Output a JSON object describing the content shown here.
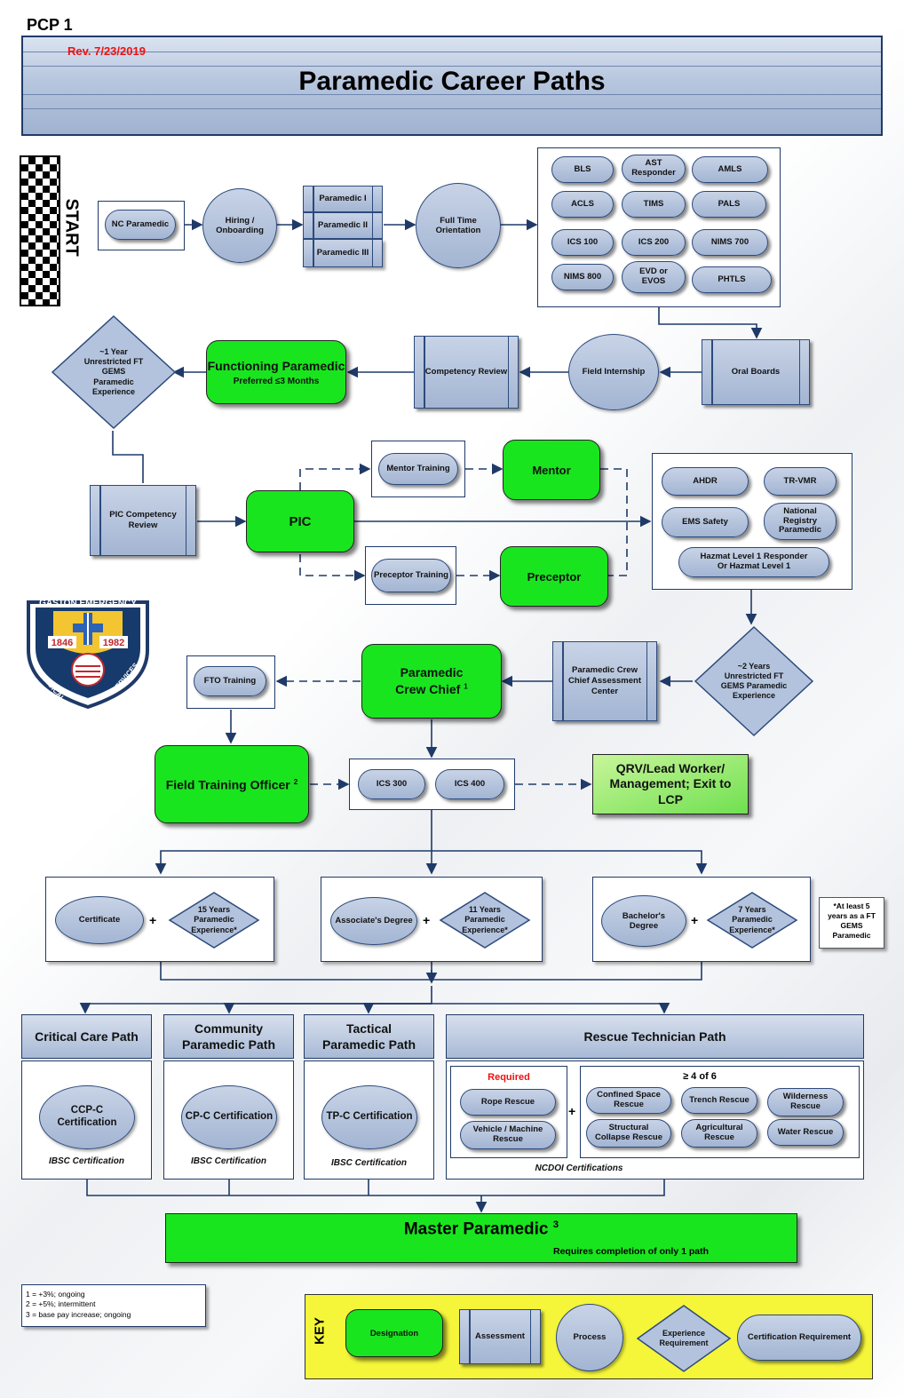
{
  "page": {
    "code": "PCP 1",
    "revision": "Rev. 7/23/2019",
    "title": "Paramedic Career Paths",
    "start_label": "START"
  },
  "colors": {
    "designation": "#19e51f",
    "process_fill": "#b3c3dd",
    "border": "#1f3a68",
    "key_bg": "#f5f53a",
    "revision_red": "#e11111",
    "exit_box": "#9cf06a"
  },
  "start_row": {
    "nc_paramedic": "NC Paramedic",
    "hiring": "Hiring / Onboarding",
    "paramedic_levels": [
      "Paramedic I",
      "Paramedic II",
      "Paramedic III"
    ],
    "orientation": "Full Time Orientation"
  },
  "certs_top": [
    "BLS",
    "AST Responder",
    "AMLS",
    "ACLS",
    "TIMS",
    "PALS",
    "ICS 100",
    "ICS 200",
    "NIMS 700",
    "NIMS 800",
    "EVD or EVOS",
    "PHTLS"
  ],
  "row2": {
    "oral_boards": "Oral Boards",
    "field_internship": "Field Internship",
    "competency_review": "Competency Review",
    "functioning_paramedic": "Functioning Paramedic",
    "functioning_sub": "Preferred ≤3 Months",
    "experience_1yr": "~1 Year Unrestricted FT GEMS Paramedic Experience"
  },
  "pic_section": {
    "pic_competency": "PIC Competency Review",
    "pic": "PIC",
    "mentor_training": "Mentor Training",
    "mentor": "Mentor",
    "preceptor_training": "Preceptor Training",
    "preceptor": "Preceptor",
    "certs": [
      "AHDR",
      "TR-VMR",
      "EMS Safety",
      "National Registry Paramedic",
      "Hazmat Level 1 Responder Or Hazmat Level 1"
    ]
  },
  "crew_chief_section": {
    "experience_2yr": "~2 Years Unrestricted FT GEMS Paramedic Experience",
    "assessment_center": "Paramedic Crew Chief Assessment Center",
    "crew_chief": "Paramedic Crew Chief",
    "crew_chief_sup": "1",
    "fto_training": "FTO Training",
    "fto": "Field Training Officer",
    "fto_sup": "2",
    "ics": [
      "ICS 300",
      "ICS 400"
    ],
    "exit": "QRV/Lead Worker/ Management; Exit to LCP"
  },
  "education": [
    {
      "degree": "Certificate",
      "experience": "15 Years Paramedic Experience*"
    },
    {
      "degree": "Associate's Degree",
      "experience": "11 Years Paramedic Experience*"
    },
    {
      "degree": "Bachelor's Degree",
      "experience": "7 Years Paramedic Experience*"
    }
  ],
  "education_note": "*At least 5 years as a FT GEMS Paramedic",
  "paths": [
    {
      "title": "Critical Care Path",
      "cert": "CCP-C Certification",
      "issuer": "IBSC Certification"
    },
    {
      "title": "Community Paramedic Path",
      "cert": "CP-C Certification",
      "issuer": "IBSC Certification"
    },
    {
      "title": "Tactical Paramedic Path",
      "cert": "TP-C Certification",
      "issuer": "IBSC Certification"
    }
  ],
  "rescue": {
    "title": "Rescue Technician Path",
    "required_label": "Required",
    "required": [
      "Rope Rescue",
      "Vehicle / Machine Rescue"
    ],
    "choice_label": "≥ 4 of 6",
    "choices": [
      "Confined Space Rescue",
      "Trench Rescue",
      "Wilderness Rescue",
      "Structural Collapse Rescue",
      "Agricultural Rescue",
      "Water Rescue"
    ],
    "issuer": "NCDOI Certifications"
  },
  "master": {
    "title": "Master Paramedic",
    "sup": "3",
    "subtitle": "Requires completion of only 1 path"
  },
  "footnotes": [
    "1 = +3%; ongoing",
    "2 = +5%; intermittent",
    "3 = base pay increase; ongoing"
  ],
  "key": {
    "label": "KEY",
    "items": [
      "Designation",
      "Assessment",
      "Process",
      "Experience Requirement",
      "Certification Requirement"
    ]
  },
  "badge": {
    "top_text": "GASTON EMERGENCY",
    "left_text": "MEDICAL",
    "right_text": "SERVICES",
    "year_left": "1846",
    "year_right": "1982"
  }
}
